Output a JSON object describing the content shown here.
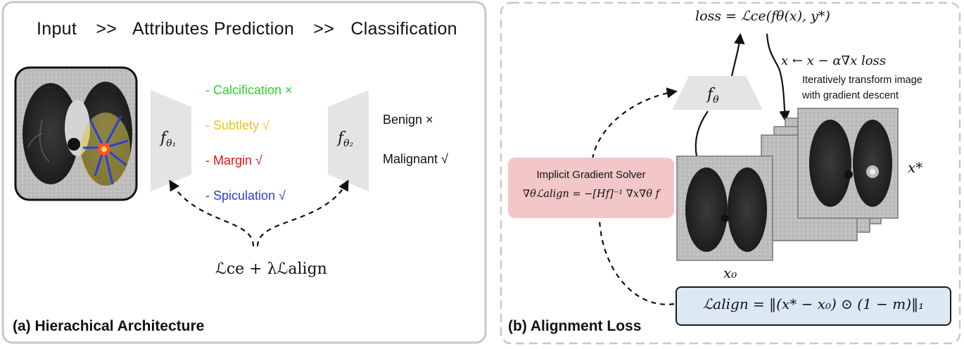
{
  "panel_a": {
    "pipeline": {
      "input": "Input",
      "sep1": ">>",
      "attributes": "Attributes Prediction",
      "sep2": ">>",
      "classification": "Classification"
    },
    "encoder_label": "f",
    "encoder_sub": "θ₁",
    "classifier_label": "f",
    "classifier_sub": "θ₂",
    "attributes": [
      {
        "text": "- Calcification ×",
        "color": "#33cc33"
      },
      {
        "text": "- Subtlety √",
        "color": "#e6c619"
      },
      {
        "text": "- Margin √",
        "color": "#ee1111"
      },
      {
        "text": "- Spiculation √",
        "color": "#2a3fd6"
      }
    ],
    "outcomes": [
      "Benign ×",
      "Malignant √"
    ],
    "loss": "ℒce + λℒalign",
    "caption": "(a) Hierachical Architecture"
  },
  "panel_b": {
    "loss_eq": "loss = ℒce(fθ(x), y*)",
    "update_eq": "x ← x − α∇x loss",
    "iter_note_1": "Iteratively transform image",
    "iter_note_2": "with gradient descent",
    "model_label": "f",
    "model_sub": "θ",
    "x_star": "x*",
    "x_zero": "x₀",
    "solver_title": "Implicit Gradient Solver",
    "solver_eq": "∇θℒalign = −[Hf]⁻¹ ∇x∇θ f",
    "align_eq": "ℒalign = ‖(x* − x₀) ⊙ (1 − m)‖₁",
    "caption": "(b) Alignment Loss"
  },
  "colors": {
    "panel_border": "#c8c8c8",
    "trapezoid": "#e4e4e4",
    "solver_fill": "#f3c6c8",
    "align_fill": "#dce8f4"
  }
}
